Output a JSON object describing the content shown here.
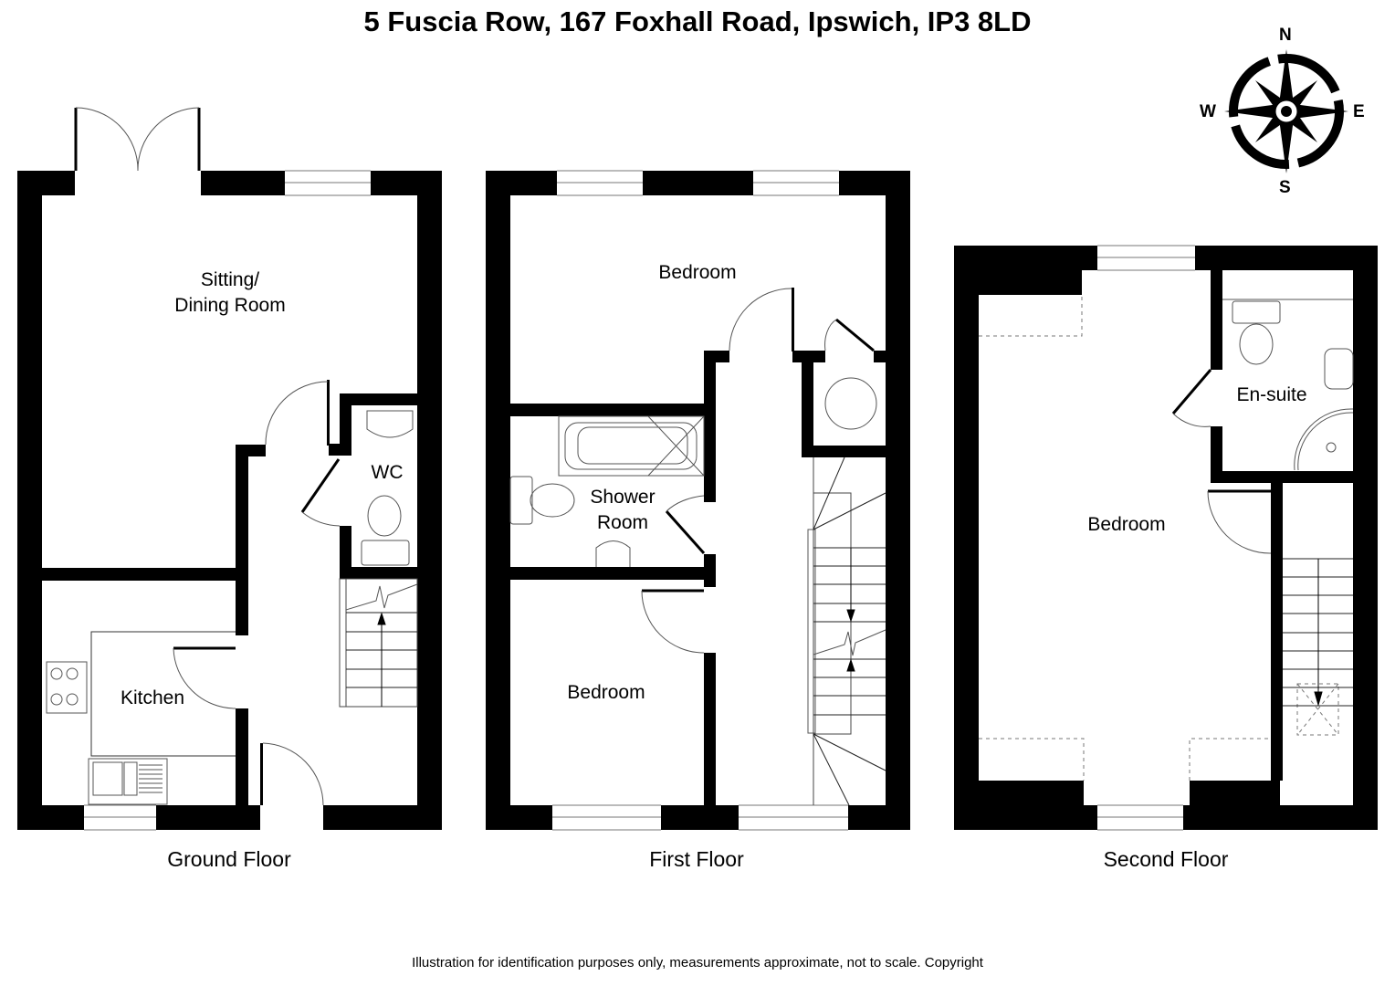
{
  "title": "5 Fuscia Row, 167 Foxhall Road, Ipswich, IP3 8LD",
  "compass": {
    "icon": "compass-rose-icon",
    "north": "N",
    "south": "S",
    "east": "E",
    "west": "W"
  },
  "floors": [
    {
      "name": "Ground Floor",
      "rooms": [
        {
          "label_line1": "Sitting/",
          "label_line2": "Dining Room"
        },
        {
          "label": "WC"
        },
        {
          "label": "Kitchen"
        }
      ]
    },
    {
      "name": "First Floor",
      "rooms": [
        {
          "label": "Bedroom"
        },
        {
          "label_line1": "Shower",
          "label_line2": "Room"
        },
        {
          "label": "Bedroom"
        }
      ]
    },
    {
      "name": "Second Floor",
      "rooms": [
        {
          "label": "Bedroom"
        },
        {
          "label": "En-suite"
        }
      ]
    }
  ],
  "disclaimer": "Illustration for identification purposes only, measurements approximate, not to scale. Copyright",
  "colors": {
    "wall": "#000000",
    "background": "#ffffff",
    "fixture_line": "#555555"
  }
}
